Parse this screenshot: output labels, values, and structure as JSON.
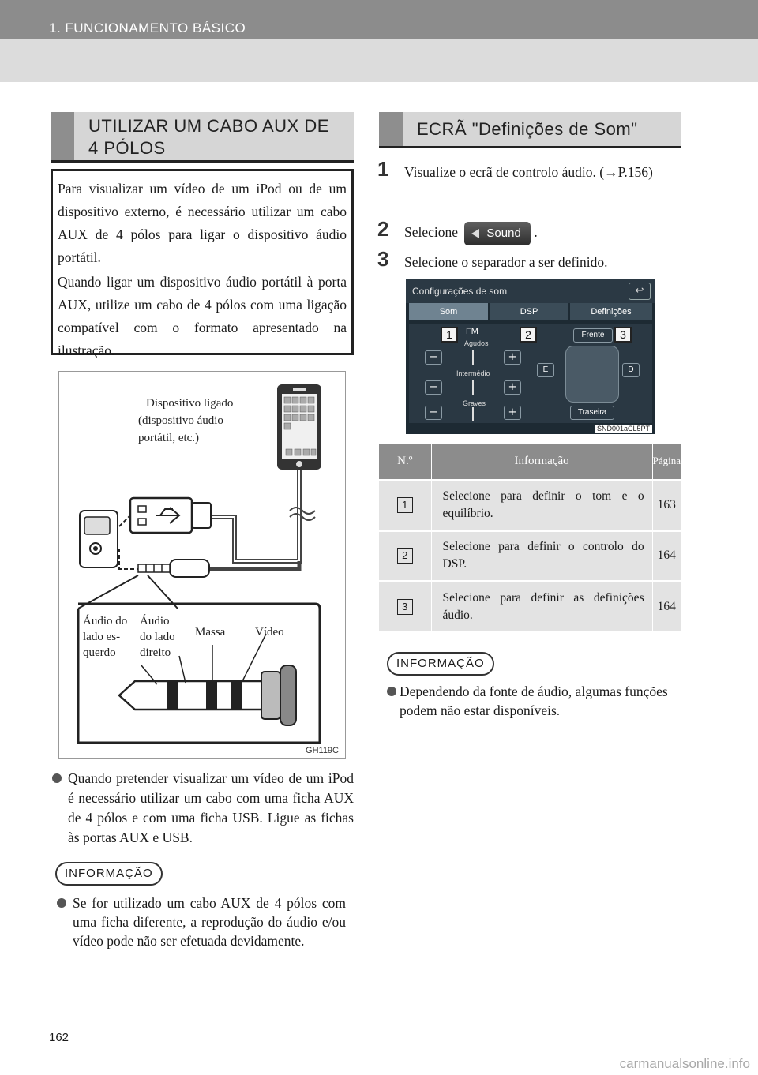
{
  "header": {
    "chapter": "1. FUNCIONAMENTO BÁSICO"
  },
  "left": {
    "section_title_line1": "UTILIZAR UM CABO AUX DE",
    "section_title_line2": "4 PÓLOS",
    "box_p1": "Para visualizar um vídeo de um iPod ou de um dispositivo externo, é necessário utilizar um cabo AUX de 4 pólos para ligar o dispositivo áudio portátil.",
    "box_p2": "Quando ligar um dispositivo áudio portátil à porta AUX, utilize um cabo de 4 pólos com uma ligação compatível com o formato apresentado na ilustração.",
    "figure": {
      "device_label_1": "Dispositivo ligado",
      "device_label_2": "(dispositivo áudio",
      "device_label_3": "portátil, etc.)",
      "left_audio_1": "Áudio do",
      "left_audio_2": "lado es-",
      "left_audio_3": "querdo",
      "right_audio_1": "Áudio",
      "right_audio_2": "do lado",
      "right_audio_3": "direito",
      "ground": "Massa",
      "video": "Vídeo",
      "code": "GH119C"
    },
    "bullet": "Quando pretender visualizar um vídeo de um iPod é necessário utilizar um cabo com uma ficha AUX de 4 pólos e com uma ficha USB. Ligue as fichas às portas AUX e USB.",
    "info_label": "INFORMAÇÃO",
    "info_text": "Se for utilizado um cabo AUX de 4 pólos com uma ficha diferente, a reprodução do áudio e/ou vídeo pode não ser efetuada devidamente."
  },
  "right": {
    "section_title": "ECRÃ \"Definições de Som\"",
    "steps": [
      {
        "num": "1",
        "text": "Visualize o ecrã de controlo áudio. (→P.156)"
      },
      {
        "num": "2",
        "text_before": "Selecione",
        "text_after": ".",
        "button_label": "Sound"
      },
      {
        "num": "3",
        "text": "Selecione o separador a ser definido."
      }
    ],
    "screen": {
      "title": "Configurações de som",
      "back": "↩",
      "tabs": [
        "Som",
        "DSP",
        "Definições"
      ],
      "source": "FM",
      "agudos": "Agudos",
      "intermedio": "Intermédio",
      "graves": "Graves",
      "frente": "Frente",
      "traseira": "Traseira",
      "e": "E",
      "d": "D",
      "minus": "−",
      "plus": "+",
      "code": "SND001aCL5PT",
      "callouts": [
        "1",
        "2",
        "3"
      ]
    },
    "table": {
      "headers": [
        "N.º",
        "Informação",
        "Página"
      ],
      "rows": [
        {
          "n": "1",
          "info": "Selecione para definir o tom e o equilíbrio.",
          "page": "163"
        },
        {
          "n": "2",
          "info": "Selecione para definir o controlo do DSP.",
          "page": "164"
        },
        {
          "n": "3",
          "info": "Selecione para definir as definições áudio.",
          "page": "164"
        }
      ]
    },
    "info_label": "INFORMAÇÃO",
    "info_text": "Dependendo da fonte de áudio, algumas funções podem não estar disponíveis."
  },
  "footer": {
    "page": "162",
    "watermark": "carmanualsonline.info"
  }
}
